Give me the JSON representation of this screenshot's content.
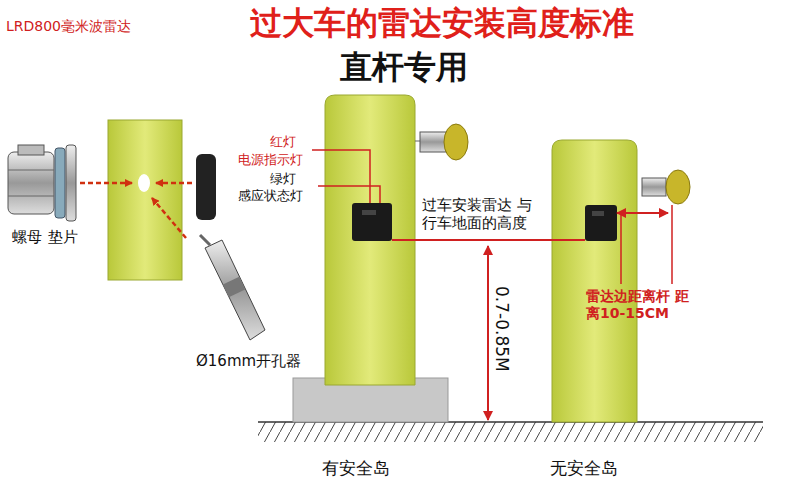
{
  "diagram": {
    "title": "过大车的雷达安装高度标准",
    "labels": [
      "LRD800毫米波雷达",
      "直杆专用",
      "红灯",
      "电源指示灯",
      "绿灯",
      "感应状态灯",
      "过车安装雷达 与行车地面的高度",
      "0.7-0.85M",
      "雷达边距离杆 距离10-15CM",
      "螺母",
      "垫片",
      "Ø16mm开孔器",
      "有安全岛",
      "无安全岛"
    ]
  }
}
